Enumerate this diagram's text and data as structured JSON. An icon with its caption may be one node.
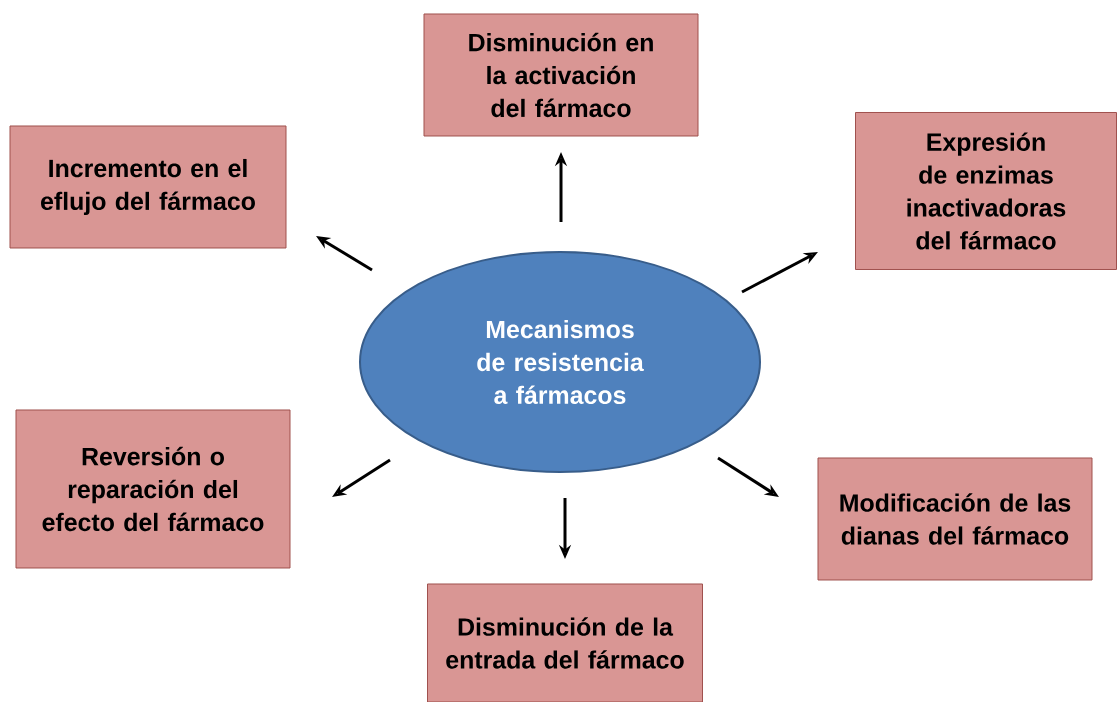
{
  "diagram": {
    "nodes": [
      {
        "text": [
          "Mecanismos de resistencia a fármacos"
        ]
      },
      {
        "text": [
          "Disminución en la activación del fármaco"
        ]
      },
      {
        "text": [
          "Incremento en el eflujo del fármaco"
        ]
      },
      {
        "text": [
          "Expresión de enzimas inactivadoras del fármaco"
        ]
      },
      {
        "text": [
          "Reversión o reparación del efecto del fármaco"
        ]
      },
      {
        "text": [
          "Modificación de las dianas del fármaco"
        ]
      },
      {
        "text": [
          "Disminución de la entrada del fármaco"
        ]
      }
    ],
    "edges": [
      {
        "from": 0,
        "to": 1,
        "arrow": "to"
      },
      {
        "from": 0,
        "to": 2,
        "arrow": "to"
      },
      {
        "from": 0,
        "to": 3,
        "arrow": "to"
      },
      {
        "from": 0,
        "to": 4,
        "arrow": "to"
      },
      {
        "from": 0,
        "to": 5,
        "arrow": "to"
      },
      {
        "from": 0,
        "to": 6,
        "arrow": "to"
      }
    ]
  }
}
